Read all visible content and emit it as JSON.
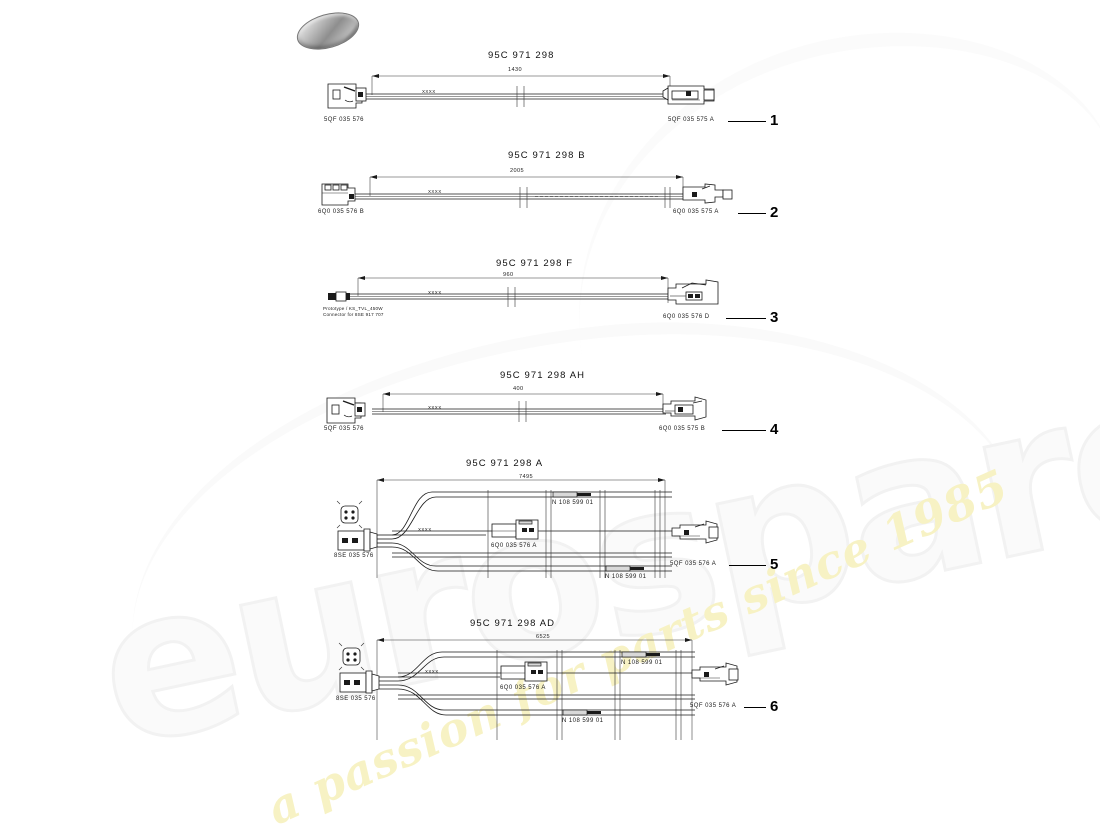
{
  "page": {
    "background_color": "#ffffff",
    "line_color": "#1a1a1a",
    "watermark": {
      "brand": "eurospares",
      "tagline": "a passion for parts since 1985",
      "brand_color": "#f7f7f7",
      "tagline_color": "#f7f2c4"
    }
  },
  "decor": {
    "grey_part_name": "grey-lozenge-part"
  },
  "harnesses": [
    {
      "index": "1",
      "item_number": "1",
      "title": "95C 971 298",
      "dimension": "1430",
      "wire_code": "XXXX",
      "left_connector_label": "5QF 035 576",
      "right_connector_label": "5QF 035 575 A",
      "type": "single"
    },
    {
      "index": "2",
      "item_number": "2",
      "title": "95C 971 298 B",
      "dimension": "2005",
      "wire_code": "XXXX",
      "left_connector_label": "6Q0 035 576 B",
      "right_connector_label": "6Q0 035 575 A",
      "type": "single"
    },
    {
      "index": "3",
      "item_number": "3",
      "title": "95C 971 298 F",
      "dimension": "960",
      "wire_code": "XXXX",
      "left_connector_label_line1": "Prototype / KS_TVL_450W",
      "left_connector_label_line2": "Connector for 8SE 917 707",
      "right_connector_label": "6Q0 035 576 D",
      "type": "single"
    },
    {
      "index": "4",
      "item_number": "4",
      "title": "95C 971 298 AH",
      "dimension": "400",
      "wire_code": "XXXX",
      "left_connector_label": "5QF 035 576",
      "right_connector_label": "6Q0 035 575 B",
      "type": "single"
    },
    {
      "index": "5",
      "item_number": "5",
      "title": "95C 971 298 A",
      "dimension": "7495",
      "wire_code": "XXXX",
      "left_connector_label": "8SE 035 576",
      "mid_connector_label": "6Q0 035 576 A",
      "right_connector_label": "5QF 035 576 A",
      "clip_label_top": "N 108 599 01",
      "clip_label_bottom": "N 108 599 01",
      "type": "branched"
    },
    {
      "index": "6",
      "item_number": "6",
      "title": "95C 971 298 AD",
      "dimension": "6525",
      "wire_code": "XXXX",
      "left_connector_label": "8SE 035 576",
      "mid_connector_label": "6Q0 035 576 A",
      "right_connector_label": "5QF 035 576 A",
      "clip_label_top": "N 108 599 01",
      "clip_label_bottom": "N 108 599 01",
      "type": "branched"
    }
  ]
}
